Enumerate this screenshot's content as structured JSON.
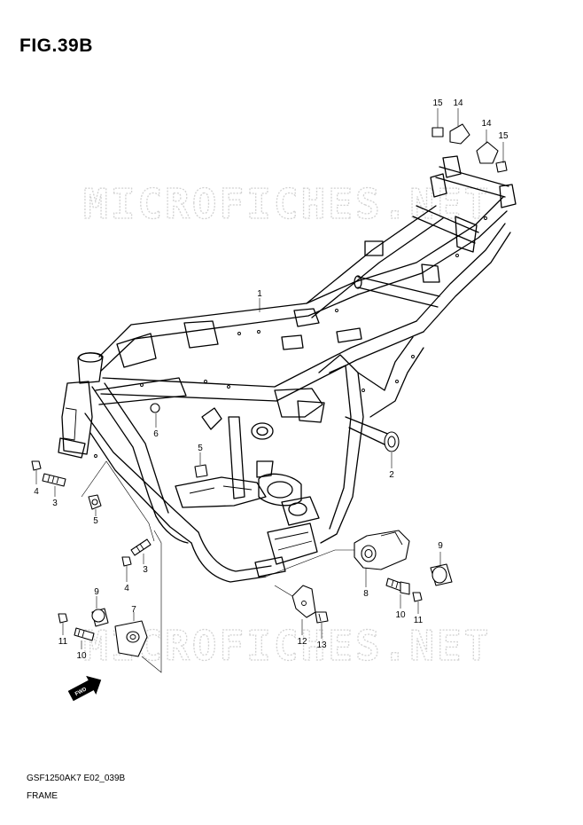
{
  "figure": {
    "title": "FIG.39B",
    "code": "GSF1250AK7 E02_039B",
    "name": "FRAME"
  },
  "watermark": {
    "text": "MICROFICHES.NET",
    "color": "#d2d2d2"
  },
  "direction_marker": {
    "label": "FWD",
    "icon": "forward-arrow-icon"
  },
  "callouts": [
    {
      "id": "c1",
      "label": "1"
    },
    {
      "id": "c2",
      "label": "2"
    },
    {
      "id": "c3a",
      "label": "3"
    },
    {
      "id": "c3b",
      "label": "3"
    },
    {
      "id": "c4a",
      "label": "4"
    },
    {
      "id": "c4b",
      "label": "4"
    },
    {
      "id": "c5a",
      "label": "5"
    },
    {
      "id": "c5b",
      "label": "5"
    },
    {
      "id": "c6",
      "label": "6"
    },
    {
      "id": "c7",
      "label": "7"
    },
    {
      "id": "c8",
      "label": "8"
    },
    {
      "id": "c9a",
      "label": "9"
    },
    {
      "id": "c9b",
      "label": "9"
    },
    {
      "id": "c10a",
      "label": "10"
    },
    {
      "id": "c10b",
      "label": "10"
    },
    {
      "id": "c11a",
      "label": "11"
    },
    {
      "id": "c11b",
      "label": "11"
    },
    {
      "id": "c12",
      "label": "12"
    },
    {
      "id": "c13",
      "label": "13"
    },
    {
      "id": "c14a",
      "label": "14"
    },
    {
      "id": "c14b",
      "label": "14"
    },
    {
      "id": "c15a",
      "label": "15"
    },
    {
      "id": "c15b",
      "label": "15"
    }
  ]
}
